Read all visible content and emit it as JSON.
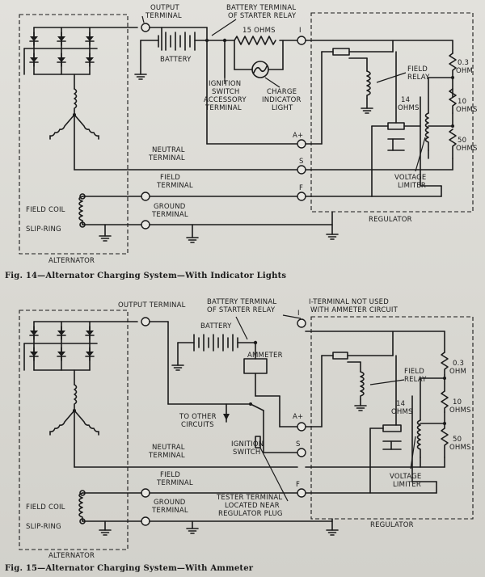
{
  "fig14": {
    "output_terminal": [
      "OUTPUT",
      "TERMINAL"
    ],
    "battery_terminal": [
      "BATTERY TERMINAL",
      "OF STARTER RELAY"
    ],
    "battery": "BATTERY",
    "ohms15": "15 OHMS",
    "i_label": "I",
    "ignition_switch": [
      "IGNITION",
      "SWITCH",
      "ACCESSORY",
      "TERMINAL"
    ],
    "charge_light": [
      "CHARGE",
      "INDICATOR",
      "LIGHT"
    ],
    "field_relay": [
      "FIELD",
      "RELAY"
    ],
    "ohm03": [
      "0.3",
      "OHM"
    ],
    "ohms14": [
      "14",
      "OHMS"
    ],
    "ohms10": [
      "10",
      "OHMS"
    ],
    "ohms50": [
      "50",
      "OHMS"
    ],
    "a_plus": "A+",
    "s_label": "S",
    "f_label": "F",
    "neutral_terminal": [
      "NEUTRAL",
      "TERMINAL"
    ],
    "field_terminal": [
      "FIELD",
      "TERMINAL"
    ],
    "ground_terminal": [
      "GROUND",
      "TERMINAL"
    ],
    "field_coil": "FIELD COIL",
    "slip_ring": "SLIP-RING",
    "alternator": "ALTERNATOR",
    "voltage_limiter": [
      "VOLTAGE",
      "LIMITER"
    ],
    "regulator": "REGULATOR",
    "caption": "Fig. 14—Alternator Charging System—With Indicator Lights"
  },
  "fig15": {
    "output_terminal": "OUTPUT TERMINAL",
    "battery_terminal": [
      "BATTERY TERMINAL",
      "OF STARTER RELAY"
    ],
    "i_terminal_note": [
      "I-TERMINAL NOT USED",
      "WITH AMMETER CIRCUIT"
    ],
    "i_label": "I",
    "battery": "BATTERY",
    "ammeter": "AMMETER",
    "field_relay": [
      "FIELD",
      "RELAY"
    ],
    "ohm03": [
      "0.3",
      "OHM"
    ],
    "ohms14": [
      "14",
      "OHMS"
    ],
    "ohms10": [
      "10",
      "OHMS"
    ],
    "ohms50": [
      "50",
      "OHMS"
    ],
    "to_other_circuits": [
      "TO OTHER",
      "CIRCUITS"
    ],
    "a_plus": "A+",
    "ignition_switch": [
      "IGNITION",
      "SWITCH"
    ],
    "s_label": "S",
    "f_label": "F",
    "neutral_terminal": [
      "NEUTRAL",
      "TERMINAL"
    ],
    "field_terminal": [
      "FIELD",
      "TERMINAL"
    ],
    "ground_terminal": [
      "GROUND",
      "TERMINAL"
    ],
    "field_coil": "FIELD COIL",
    "slip_ring": "SLIP-RING",
    "alternator": "ALTERNATOR",
    "tester_terminal": [
      "TESTER TERMINAL",
      "LOCATED NEAR",
      "REGULATOR PLUG"
    ],
    "voltage_limiter": [
      "VOLTAGE",
      "LIMITER"
    ],
    "regulator": "REGULATOR",
    "caption": "Fig. 15—Alternator Charging System—With Ammeter"
  }
}
